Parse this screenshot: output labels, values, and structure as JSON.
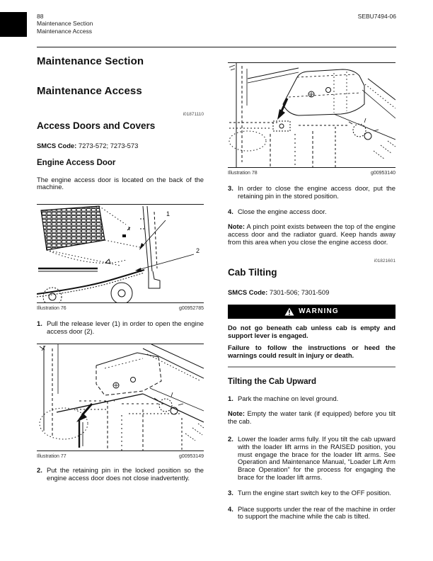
{
  "page_header": {
    "page_number": "88",
    "section": "Maintenance Section",
    "subsection": "Maintenance Access",
    "doc_code": "SEBU7494-06"
  },
  "left": {
    "section_title": "Maintenance Section",
    "subsection_title": "Maintenance Access",
    "article_id": "i01871110",
    "article_title": "Access Doors and Covers",
    "smcs": {
      "label": "SMCS Code:",
      "value": "7273-572; 7273-573"
    },
    "heading": "Engine Access Door",
    "intro": "The engine access door is located on the back of the machine.",
    "figures": [
      {
        "label": "Illustration 76",
        "code": "g00952785",
        "callouts": [
          "1",
          "2"
        ]
      },
      {
        "label": "Illustration 77",
        "code": "g00953149",
        "callouts": []
      }
    ],
    "steps": [
      {
        "num": "1.",
        "text": "Pull the release lever (1) in order to open the engine access door (2)."
      },
      {
        "num": "2.",
        "text": "Put the retaining pin in the locked position so the engine access door does not close inadvertently."
      }
    ]
  },
  "right": {
    "figure": {
      "label": "Illustration 78",
      "code": "g00953140"
    },
    "steps": [
      {
        "num": "3.",
        "text": "In order to close the engine access door, put the retaining pin in the stored position."
      },
      {
        "num": "4.",
        "text": "Close the engine access door."
      }
    ],
    "note": {
      "label": "Note:",
      "text": "A pinch point exists between the top of the engine access door and the radiator guard. Keep hands away from this area when you close the engine access door."
    },
    "article_id": "i01821601",
    "article_title": "Cab Tilting",
    "smcs": {
      "label": "SMCS Code:",
      "value": "7301-506; 7301-509"
    },
    "warning": {
      "title": "WARNING",
      "paragraphs": [
        "Do not go beneath cab unless cab is empty and support lever is engaged.",
        "Failure to follow the instructions or heed the warnings could result in injury or death."
      ]
    },
    "heading": "Tilting the Cab Upward",
    "tilt_step1": {
      "num": "1.",
      "text": "Park the machine on level ground."
    },
    "tilt_note": {
      "label": "Note:",
      "text": "Empty the water tank (if equipped) before you tilt the cab."
    },
    "tilt_step2": {
      "num": "2.",
      "text": "Lower the loader arms fully. If you tilt the cab upward with the loader lift arms in the RAISED position, you must engage the brace for the loader lift arms. See Operation and Maintenance Manual, “Loader Lift Arm Brace Operation” for the process for engaging the brace for the loader lift arms."
    },
    "tilt_step3": {
      "num": "3.",
      "text": "Turn the engine start switch key to the OFF position."
    },
    "tilt_step4": {
      "num": "4.",
      "text": "Place supports under the rear of the machine in order to support the machine while the cab is tilted."
    }
  },
  "icons": {
    "warning_icon": "exclamation-triangle"
  },
  "colors": {
    "warning_bar": "#000000",
    "divider_gray": "#9b9b9b",
    "ink": "#111111",
    "page_bg": "#ffffff"
  }
}
